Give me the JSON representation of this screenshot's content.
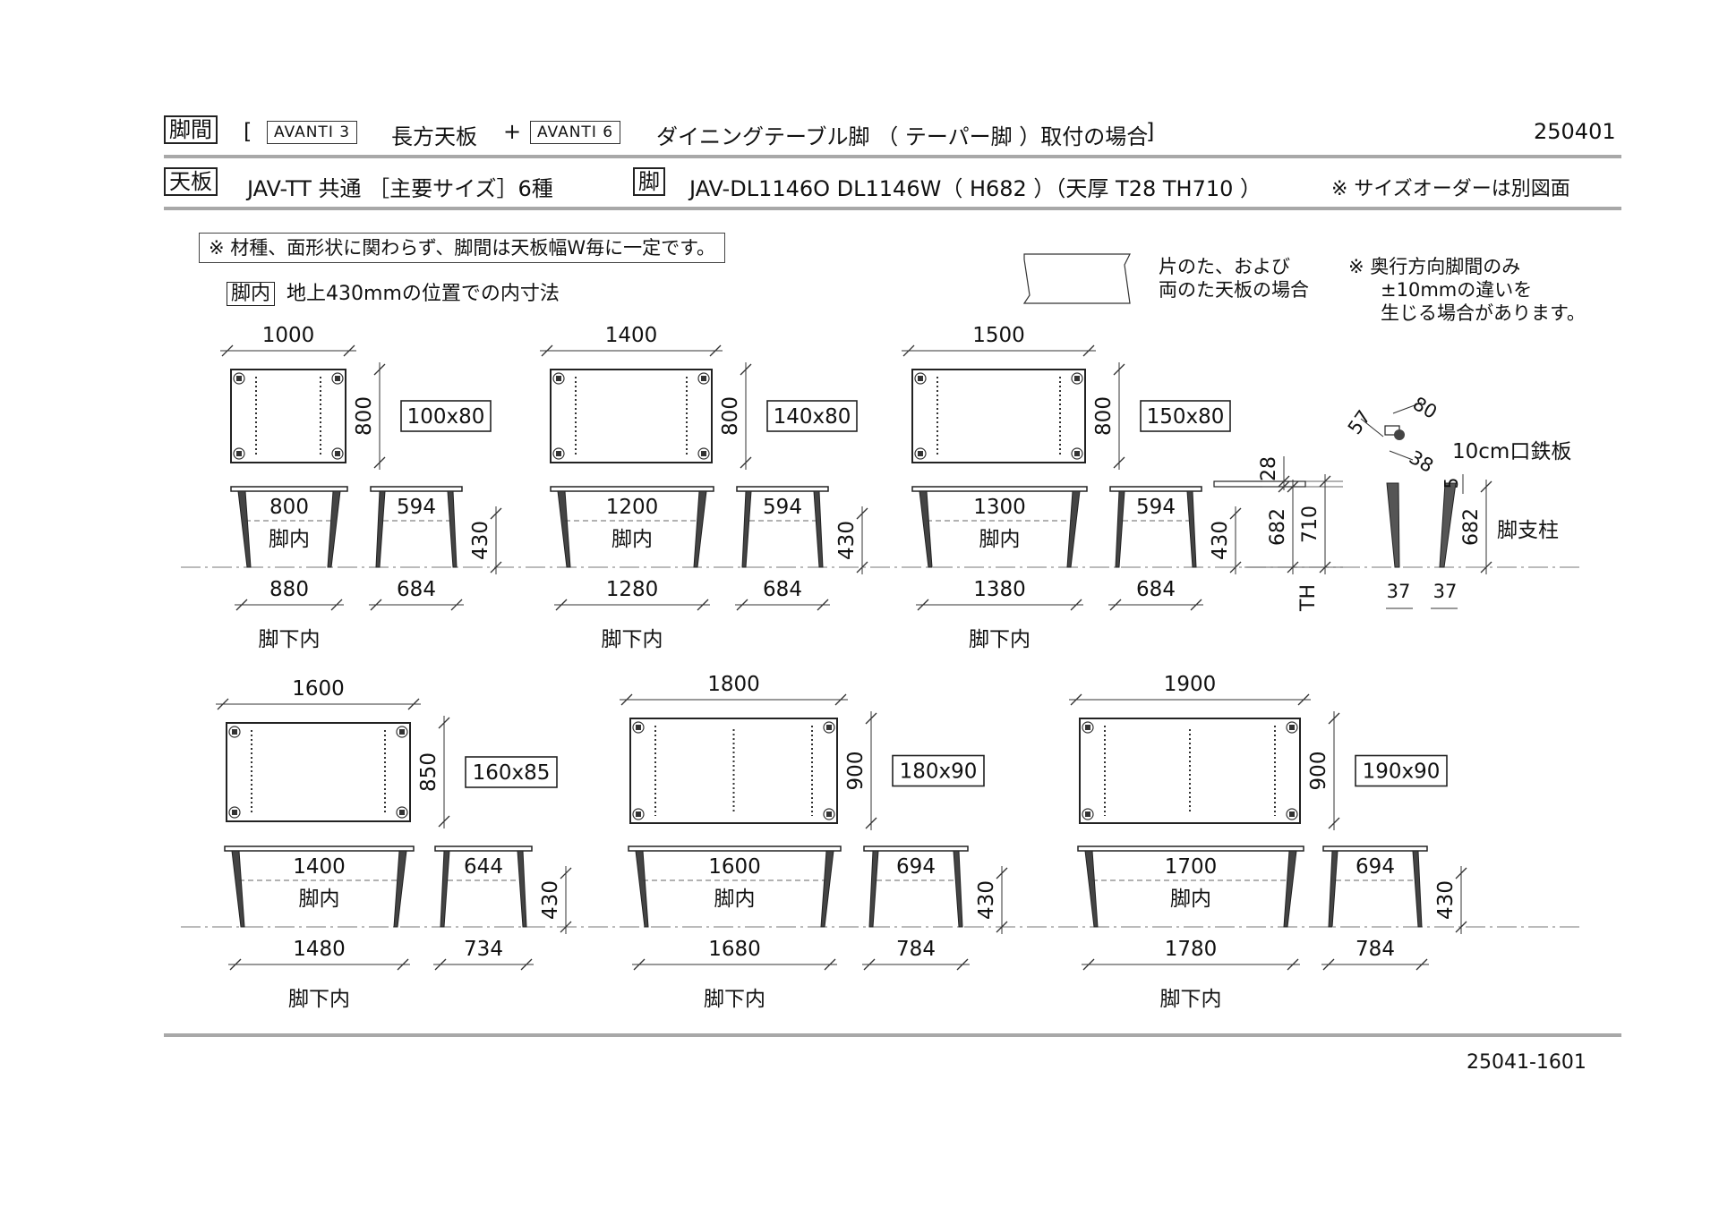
{
  "header": {
    "row1": {
      "tag": "脚間",
      "bracket_open": "[",
      "product_a": "AVANTI 3",
      "text_a": "長方天板",
      "plus": "+",
      "product_b": "AVANTI 6",
      "text_b": "ダイニングテーブル脚 （ テーパー脚 ）取付の場合",
      "bracket_close": "]",
      "doc_no": "250401"
    },
    "row2": {
      "top_tag": "天板",
      "top_text": "JAV-TT 共通 ［主要サイズ］6種",
      "leg_tag": "脚",
      "leg_text": "JAV-DL1146O DL1146W（ H682 ）（天厚 T28 TH710 ）",
      "order_note": "※ サイズオーダーは別図面"
    }
  },
  "notes": {
    "common": "※ 材種、面形状に関わらず、脚間は天板幅W毎に一定です。",
    "inner_tag": "脚内",
    "inner_text": "地上430mmの位置での内寸法",
    "shape_l1": "片のた、および",
    "shape_l2": "両のた天板の場合",
    "depth_l1": "※ 奥行方向脚間のみ",
    "depth_l2": "±10mmの違いを",
    "depth_l3": "生じる場合があります。"
  },
  "tables": [
    {
      "width": "1000",
      "depth": "800",
      "size": "100x80",
      "inner_w": "800",
      "inner_d": "594",
      "bottom_w": "880",
      "bottom_d": "684",
      "height": "430"
    },
    {
      "width": "1400",
      "depth": "800",
      "size": "140x80",
      "inner_w": "1200",
      "inner_d": "594",
      "bottom_w": "1280",
      "bottom_d": "684",
      "height": "430"
    },
    {
      "width": "1500",
      "depth": "800",
      "size": "150x80",
      "inner_w": "1300",
      "inner_d": "594",
      "bottom_w": "1380",
      "bottom_d": "684",
      "height": "430"
    },
    {
      "width": "1600",
      "depth": "850",
      "size": "160x85",
      "inner_w": "1400",
      "inner_d": "644",
      "bottom_w": "1480",
      "bottom_d": "734",
      "height": "430"
    },
    {
      "width": "1800",
      "depth": "900",
      "size": "180x90",
      "inner_w": "1600",
      "inner_d": "694",
      "bottom_w": "1680",
      "bottom_d": "784",
      "height": "430"
    },
    {
      "width": "1900",
      "depth": "900",
      "size": "190x90",
      "inner_w": "1700",
      "inner_d": "694",
      "bottom_w": "1780",
      "bottom_d": "784",
      "height": "430"
    }
  ],
  "labels": {
    "inner": "脚内",
    "lower_inner": "脚下内"
  },
  "leg_detail": {
    "top_thickness": "28",
    "leg_height": "682",
    "total_height": "710",
    "th_label": "TH",
    "plate_a": "57",
    "plate_b": "80",
    "plate_c": "38",
    "plate_text": "10cm口鉄板",
    "plate_thk": "5",
    "leg_height_2": "682",
    "post_text": "脚支柱",
    "foot_a": "37",
    "foot_b": "37"
  },
  "footer": {
    "drawing_no": "25041-1601"
  }
}
